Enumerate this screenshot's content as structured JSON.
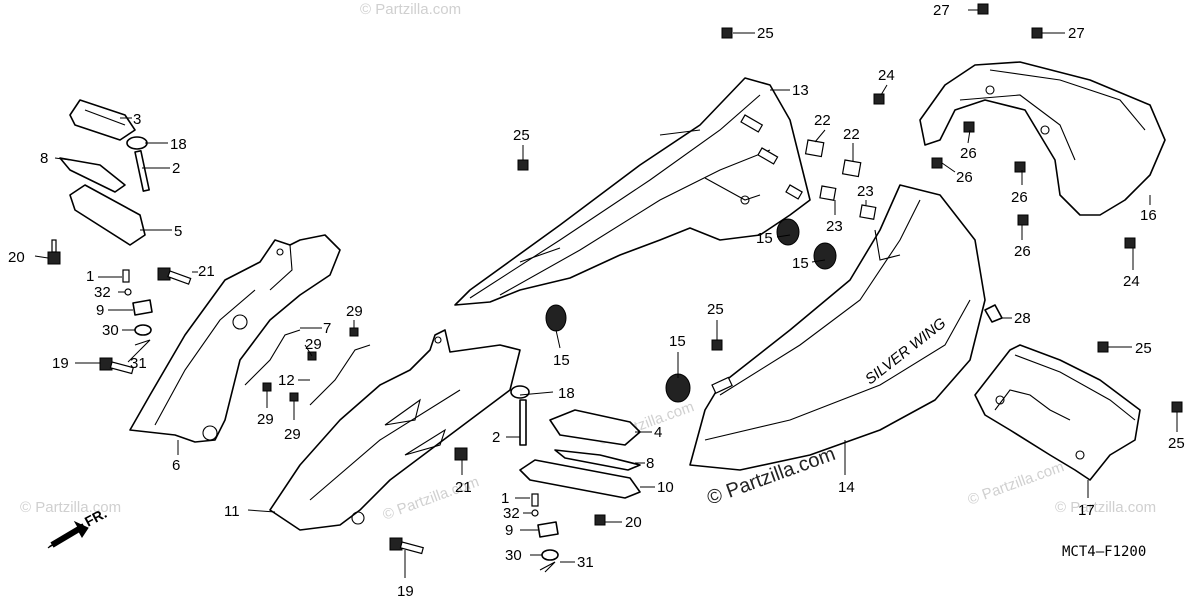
{
  "diagram": {
    "code": "MCT4—F1200",
    "direction_label": "FR.",
    "watermark": "© Partzilla.com",
    "watermark_repeat": "© Partzilla.com",
    "decal_text": "SILVER WING",
    "callouts": [
      {
        "id": "c1",
        "text": "1"
      },
      {
        "id": "c2",
        "text": "2"
      },
      {
        "id": "c3",
        "text": "3"
      },
      {
        "id": "c4",
        "text": "4"
      },
      {
        "id": "c5",
        "text": "5"
      },
      {
        "id": "c6",
        "text": "6"
      },
      {
        "id": "c7",
        "text": "7"
      },
      {
        "id": "c8",
        "text": "8"
      },
      {
        "id": "c9",
        "text": "9"
      },
      {
        "id": "c10",
        "text": "10"
      },
      {
        "id": "c11",
        "text": "11"
      },
      {
        "id": "c12",
        "text": "12"
      },
      {
        "id": "c13",
        "text": "13"
      },
      {
        "id": "c14",
        "text": "14"
      },
      {
        "id": "c15",
        "text": "15"
      },
      {
        "id": "c16",
        "text": "16"
      },
      {
        "id": "c17",
        "text": "17"
      },
      {
        "id": "c18",
        "text": "18"
      },
      {
        "id": "c19",
        "text": "19"
      },
      {
        "id": "c20",
        "text": "20"
      },
      {
        "id": "c21",
        "text": "21"
      },
      {
        "id": "c22",
        "text": "22"
      },
      {
        "id": "c23",
        "text": "23"
      },
      {
        "id": "c24",
        "text": "24"
      },
      {
        "id": "c25",
        "text": "25"
      },
      {
        "id": "c26",
        "text": "26"
      },
      {
        "id": "c27",
        "text": "27"
      },
      {
        "id": "c28",
        "text": "28"
      },
      {
        "id": "c29",
        "text": "29"
      },
      {
        "id": "c30",
        "text": "30"
      },
      {
        "id": "c31",
        "text": "31"
      },
      {
        "id": "c32",
        "text": "32"
      }
    ]
  }
}
